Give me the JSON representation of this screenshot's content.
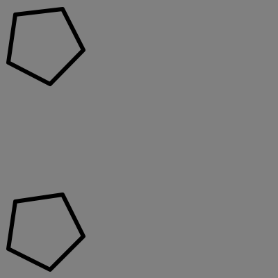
{
  "scene": {
    "background_color": "#808080",
    "shapes": [
      {
        "type": "pentagon",
        "style": "outline",
        "stroke_color": "#000000"
      },
      {
        "type": "pentagon",
        "style": "outline",
        "stroke_color": "#000000"
      }
    ]
  }
}
